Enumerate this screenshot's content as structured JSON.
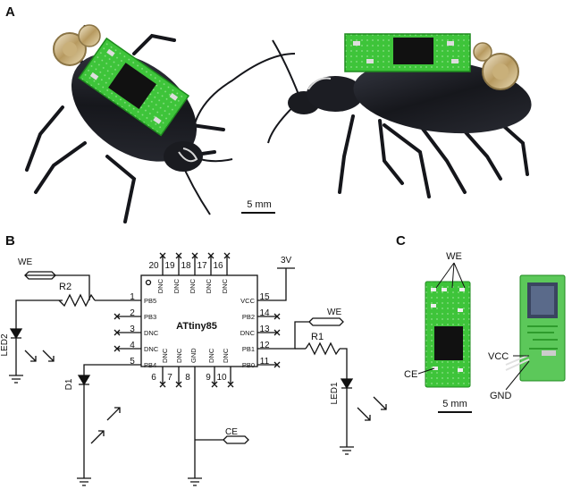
{
  "panels": {
    "a": {
      "label": "A",
      "scale": "5 mm"
    },
    "b": {
      "label": "B",
      "chip": "ATtiny85",
      "supply": "3V",
      "resistors": [
        "R2",
        "R1"
      ],
      "leds": [
        "LED2",
        "D1",
        "LED1"
      ],
      "nets": {
        "we_left": "WE",
        "we_right": "WE",
        "ce": "CE"
      },
      "top_pins": [
        "20",
        "19",
        "18",
        "17",
        "16"
      ],
      "top_names": [
        "DNC",
        "DNC",
        "DNC",
        "DNC",
        "DNC"
      ],
      "left_pins": [
        "1",
        "2",
        "3",
        "4",
        "5"
      ],
      "left_names": [
        "PB5",
        "PB3",
        "DNC",
        "DNC",
        "PB4"
      ],
      "right_pins": [
        "15",
        "14",
        "13",
        "12",
        "11"
      ],
      "right_names": [
        "VCC",
        "PB2",
        "DNC",
        "PB1",
        "PB0"
      ],
      "bottom_pins": [
        "6",
        "7",
        "8",
        "9",
        "10"
      ],
      "bottom_names": [
        "DNC",
        "DNC",
        "GND",
        "DNC",
        "DNC"
      ]
    },
    "c": {
      "label": "C",
      "labels": {
        "we": "WE",
        "ce": "CE",
        "vcc": "VCC",
        "gnd": "GND"
      },
      "scale": "5 mm"
    }
  },
  "colors": {
    "pcb": "#3ec43a",
    "beetle": "#1b1c22",
    "line": "#111111"
  }
}
